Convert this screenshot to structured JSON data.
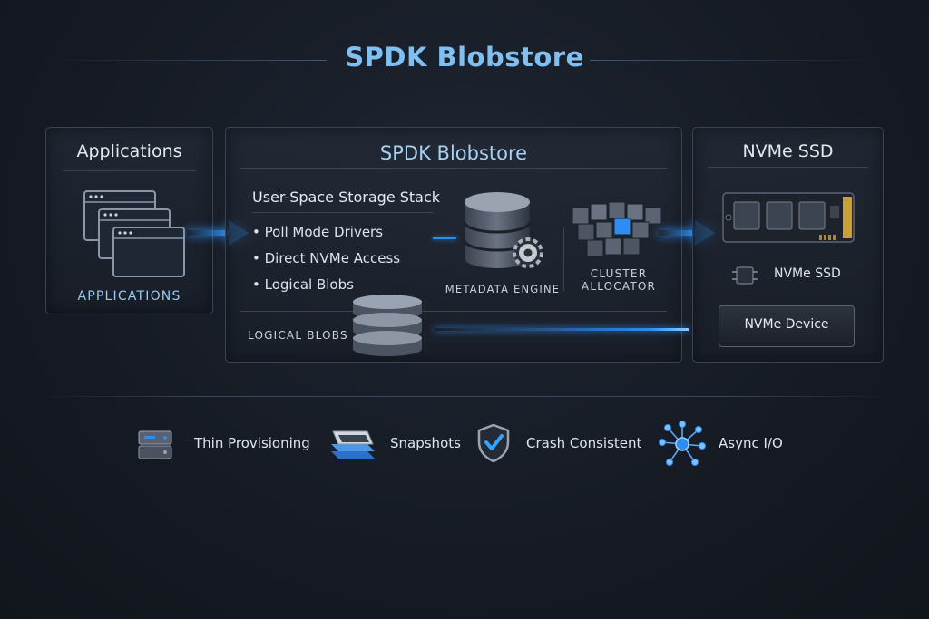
{
  "header": {
    "title": "SPDK Blobstore"
  },
  "applications": {
    "title": "Applications",
    "caption": "APPLICATIONS"
  },
  "blobstore": {
    "title": "SPDK Blobstore",
    "subheading": "User-Space Storage Stack",
    "bullets": [
      "Poll Mode Drivers",
      "Direct NVMe Access",
      "Logical Blobs"
    ],
    "metadata_label": "METADATA ENGINE",
    "cluster_label_line1": "CLUSTER",
    "cluster_label_line2": "ALLOCATOR",
    "logical_blobs_label": "LOGICAL BLOBS"
  },
  "nvme": {
    "title": "NVMe SSD",
    "chip_label": "NVMe SSD",
    "device_label": "NVMe Device"
  },
  "features": [
    {
      "label": "Thin Provisioning",
      "icon": "server-icon"
    },
    {
      "label": "Snapshots",
      "icon": "layers-icon"
    },
    {
      "label": "Crash Consistent",
      "icon": "shield-check-icon"
    },
    {
      "label": "Async I/O",
      "icon": "network-hub-icon"
    }
  ],
  "colors": {
    "accent": "#2f8cf0",
    "title": "#7fbff2",
    "background": "#161b24",
    "panel_border": "#3a4352"
  }
}
